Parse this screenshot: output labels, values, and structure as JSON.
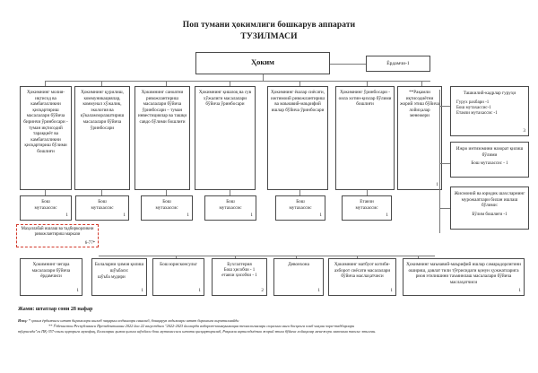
{
  "title": {
    "line1": "Поп тумани ҳокимлиги бошкарув аппарати",
    "line2": "ТУЗИЛМАСИ"
  },
  "head": {
    "hokim": "Ҳоким",
    "assistant": "Ёрдамчи-1"
  },
  "deputies": [
    {
      "name": "deputy-finance-economy",
      "text": "Ҳокимнинг молия-иқтисод ва камбағалликни қисқартириш масалалари бўйича биринчи ўринбосари - туман иқтисодий тараққиёт ва камбағалликни қисқартириш бўлими бошлиғи"
    },
    {
      "name": "deputy-construction-communications",
      "text": "Ҳокимнинг қурилиш, коммуникациялар, коммунал хўжалик, экология ва кўкаламзорлаштириш масалалари бўйича ўринбосари"
    },
    {
      "name": "deputy-industry-development",
      "text": "Ҳокимнинг саноатни ривожлантириш масалалари бўйича ўринбосари – туман инвестициялар ва ташқи савдо бўлими бошлиғи"
    },
    {
      "name": "deputy-agriculture-water",
      "text": "Ҳокимнинг қишлоқ ва сув хўжалиги масалалари бўйича ўринбосари"
    },
    {
      "name": "deputy-youth-policy",
      "text": "Ҳокимнинг ёшлар сиёсати, ижтимоий ривожлантириш ва маънавий-маърифий ишлар бўйича ўринбосари"
    },
    {
      "name": "deputy-family-women",
      "text": "Ҳокимнинг ўринбосари - оила хотин-қизлар бўлими бошлиғи"
    },
    {
      "name": "digital-economy-project-manager",
      "text": "**Рақамли иқтисодиётни жорий этиш бўйича лойиҳалар менежери",
      "count": "1"
    }
  ],
  "specialists": [
    {
      "name": "chief-specialist-1",
      "line1": "Бош",
      "line2": "мутахассис",
      "count": "1"
    },
    {
      "name": "chief-specialist-2",
      "line1": "Бош",
      "line2": "мутахассис",
      "count": "1"
    },
    {
      "name": "chief-specialist-3",
      "line1": "Бош",
      "line2": "мутахассис",
      "count": "1"
    },
    {
      "name": "chief-specialist-4",
      "line1": "Бош",
      "line2": "мутахассис",
      "count": "1"
    },
    {
      "name": "chief-specialist-5",
      "line1": "Бош",
      "line2": "мутахассис",
      "count": "1"
    },
    {
      "name": "leading-specialist-1",
      "line1": "Етакчи",
      "line2": "мутахассис",
      "count": "1"
    }
  ],
  "mahalla_center": {
    "text": "Маҳаллабай ишлаш ва тадбиркорликни ривожлантириш маркази",
    "count": "6-77*"
  },
  "bottom_row": [
    {
      "name": "border-affairs-assistant",
      "text": "Ҳокимнинг чегара масалалари бўйича ёрдамчиси",
      "count": "1"
    },
    {
      "name": "child-protection-section",
      "text": "Болаларни ҳимоя қилиш шўъбаси:",
      "sub": "шўъба мудири",
      "count": "1"
    },
    {
      "name": "chief-legal-adviser",
      "text": "Бош юрисконсульт",
      "count": "1"
    },
    {
      "name": "accounting-department",
      "text": "Бухгалтерия",
      "sub1": "Бош ҳисобчи - 1",
      "sub2": "етакчи ҳисобчи - 1",
      "count": "2"
    },
    {
      "name": "chancellery",
      "text": "Девонхона",
      "count": "1"
    },
    {
      "name": "press-secretary-adviser",
      "text": "Ҳокимнинг матбуот котиби-ахборот сиёсати масалалари бўйича маслаҳатчиси",
      "count": "1"
    },
    {
      "name": "spirituality-enlightenment-adviser",
      "text": "Ҳокимнинг маънавий-маърифий ишлар самарадорлигини ошириш, давлат тили тўғрисидаги қонун ҳужжатларига риоя этилишини таъминлаш масалалари бўйича маслаҳатчиси",
      "count": "1"
    }
  ],
  "right_column": [
    {
      "name": "organizational-personnel-group",
      "title": "Ташкилий-кадрлар гуруҳи",
      "lines": [
        "Гурух рахбари -1",
        "Бош мутахассис-1",
        "Етакчи мутахассис -1"
      ],
      "count": "3"
    },
    {
      "name": "execution-discipline-control-department",
      "title": "Ижро интизомини назорат қилиш бўлими",
      "lines": [
        "Бош мутахассис - 1"
      ],
      "count": ""
    },
    {
      "name": "citizens-appeals-department",
      "title": "Жисмоний ва юридик шахсларнинг мурожаатлари билан ишлаш бўлими:",
      "lines": [
        "Бўлим бошлиғи -1"
      ],
      "count": ""
    }
  ],
  "footer": {
    "total": "Жами: штатлар сони 28 нафар",
    "note_label": "Изоҳ:",
    "note1": "* ҳоким ёрдамчиси штат бирликлари ишлаб чиқариш ходимлари саналиб, бошқарув ходимлари штат бирлигига киритилмайди",
    "note2": "** Ўзбекистон Республикаси Президентининг 2022 йил 22 августдаги \"2022-2023 йилларда ахборот-коммуникация технологиялари соҳасини янги босқичга олиб чиқиш чора-тадбирлари",
    "note3": "тўғрисида\"ги ПҚ-357-сонли қарорига мувофиқ, Болаларни ҳимоя қилиш шўъбаси бош мутахассиси штати қисқартирилиб, Рақамли иқтисодиётни жорий этиш бўйича лойиҳалар менежери лавозими таъсис этилган."
  }
}
